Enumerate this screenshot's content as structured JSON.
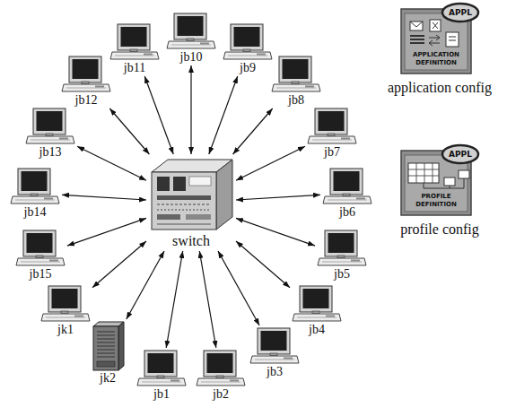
{
  "diagram": {
    "nodes": [
      {
        "text": [
          "switch"
        ]
      },
      {
        "text": [
          "jb1"
        ]
      },
      {
        "text": [
          "jb2"
        ]
      },
      {
        "text": [
          "jb3"
        ]
      },
      {
        "text": [
          "jb4"
        ]
      },
      {
        "text": [
          "jb5"
        ]
      },
      {
        "text": [
          "jb6"
        ]
      },
      {
        "text": [
          "jb7"
        ]
      },
      {
        "text": [
          "jb8"
        ]
      },
      {
        "text": [
          "jb9"
        ]
      },
      {
        "text": [
          "jb10"
        ]
      },
      {
        "text": [
          "jb11"
        ]
      },
      {
        "text": [
          "jb12"
        ]
      },
      {
        "text": [
          "jb13"
        ]
      },
      {
        "text": [
          "jb14"
        ]
      },
      {
        "text": [
          "jb15"
        ]
      },
      {
        "text": [
          "jk1"
        ]
      },
      {
        "text": [
          "jk2"
        ]
      },
      {
        "text": [
          "APPL",
          "APPLICATION DEFINITION",
          "application config"
        ]
      },
      {
        "text": [
          "APPL",
          "PROFILE DEFINITION",
          "profile config"
        ]
      }
    ],
    "edges": [
      {
        "from": 0,
        "to": 1,
        "arrow": "both"
      },
      {
        "from": 0,
        "to": 2,
        "arrow": "both"
      },
      {
        "from": 0,
        "to": 3,
        "arrow": "both"
      },
      {
        "from": 0,
        "to": 4,
        "arrow": "both"
      },
      {
        "from": 0,
        "to": 5,
        "arrow": "both"
      },
      {
        "from": 0,
        "to": 6,
        "arrow": "both"
      },
      {
        "from": 0,
        "to": 7,
        "arrow": "both"
      },
      {
        "from": 0,
        "to": 8,
        "arrow": "both"
      },
      {
        "from": 0,
        "to": 9,
        "arrow": "both"
      },
      {
        "from": 0,
        "to": 10,
        "arrow": "both"
      },
      {
        "from": 0,
        "to": 11,
        "arrow": "both"
      },
      {
        "from": 0,
        "to": 12,
        "arrow": "both"
      },
      {
        "from": 0,
        "to": 13,
        "arrow": "both"
      },
      {
        "from": 0,
        "to": 14,
        "arrow": "both"
      },
      {
        "from": 0,
        "to": 15,
        "arrow": "both"
      },
      {
        "from": 0,
        "to": 16,
        "arrow": "both"
      },
      {
        "from": 0,
        "to": 17,
        "arrow": "both"
      }
    ]
  }
}
